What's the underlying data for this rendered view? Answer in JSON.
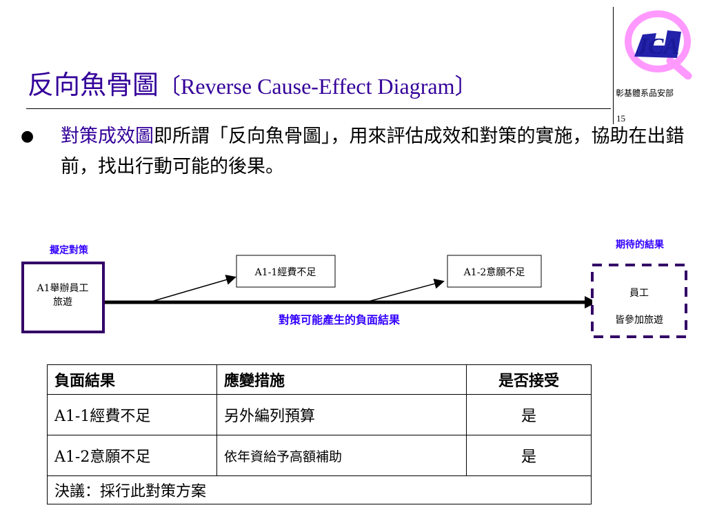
{
  "header": {
    "title_zh": "反向魚骨圖",
    "title_en": "〔Reverse Cause-Effect Diagram〕",
    "department": "彰基體系品安部",
    "page_number": "15",
    "logo_text": "JCA"
  },
  "bullet": {
    "term": "對策成效圖",
    "text": "即所謂「反向魚骨圖」，用來評估成效和對策的實施，協助在出錯前，找出行動可能的後果。"
  },
  "diagram": {
    "left_title": "擬定對策",
    "left_box": [
      "A1舉辦員工",
      "旅遊"
    ],
    "branch1": "A1-1經費不足",
    "branch2": "A1-2意願不足",
    "spine_label": "對策可能產生的負面結果",
    "right_title": "期待的結果",
    "right_box": [
      "員工",
      "皆參加旅遊"
    ]
  },
  "table": {
    "headers": [
      "負面結果",
      "應變措施",
      "是否接受"
    ],
    "rows": [
      [
        "A1-1經費不足",
        "另外編列預算",
        "是"
      ],
      [
        "A1-2意願不足",
        "依年資給予高額補助",
        "是"
      ]
    ],
    "decision": "決議：採行此對策方案"
  }
}
